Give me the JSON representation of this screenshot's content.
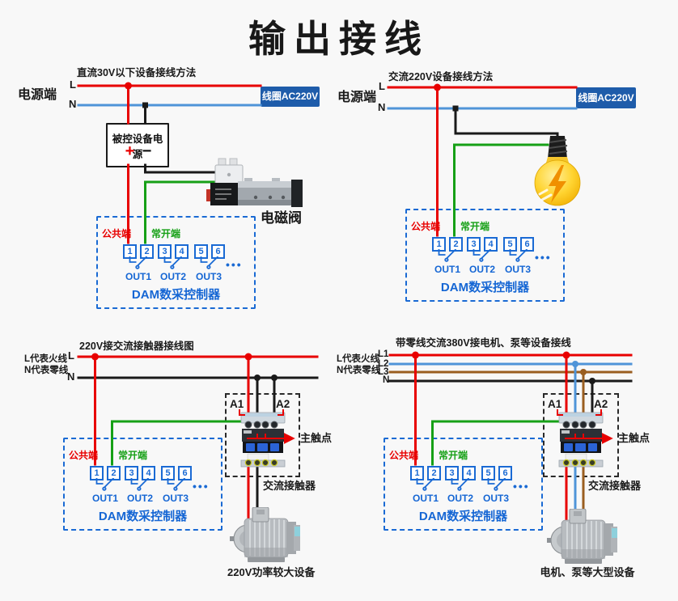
{
  "title": "输出接线",
  "colors": {
    "background": "#f8f8f8",
    "wire_red": "#e80000",
    "wire_blue": "#4f94d8",
    "wire_green": "#16a016",
    "wire_black": "#1a1a1a",
    "wire_brown": "#9a5e20",
    "coil_box_blue": "#1e5caa",
    "dam_blue": "#1a6ad4",
    "common_red": "#e80000",
    "normally_open_green": "#16a016"
  },
  "dam": {
    "common_label": "公共端",
    "normally_open_label": "常开端",
    "terminals": [
      "1",
      "2",
      "3",
      "4",
      "5",
      "6"
    ],
    "outputs": [
      "OUT1",
      "OUT2",
      "OUT3"
    ],
    "more_dots": "•••",
    "name": "DAM数采控制器"
  },
  "diagrams": {
    "dc": {
      "title": "直流30V以下设备接线方法",
      "power_label": "电源端",
      "line_l": "L",
      "line_n": "N",
      "coil_label": "线圈AC220V",
      "device_power_label": "被控设备电源",
      "plus": "+",
      "minus": "−",
      "valve_label": "电磁阀"
    },
    "ac": {
      "title": "交流220V设备接线方法",
      "power_label": "电源端",
      "line_l": "L",
      "line_n": "N",
      "coil_label": "线圈AC220V"
    },
    "c220": {
      "title": "220V接交流接触器接线图",
      "live_note": "L代表火线",
      "neutral_note": "N代表零线",
      "line_l": "L",
      "line_n": "N",
      "a1": "A1",
      "a2": "A2",
      "main_contact_label": "主触点",
      "contactor_label": "交流接触器",
      "device_label": "220V功率较大设备"
    },
    "c380": {
      "title": "带零线交流380V接电机、泵等设备接线",
      "live_note": "L代表火线",
      "neutral_note": "N代表零线",
      "line_l1": "L1",
      "line_l2": "L2",
      "line_l3": "L3",
      "line_n": "N",
      "a1": "A1",
      "a2": "A2",
      "main_contact_label": "主触点",
      "contactor_label": "交流接触器",
      "device_label": "电机、泵等大型设备"
    }
  }
}
